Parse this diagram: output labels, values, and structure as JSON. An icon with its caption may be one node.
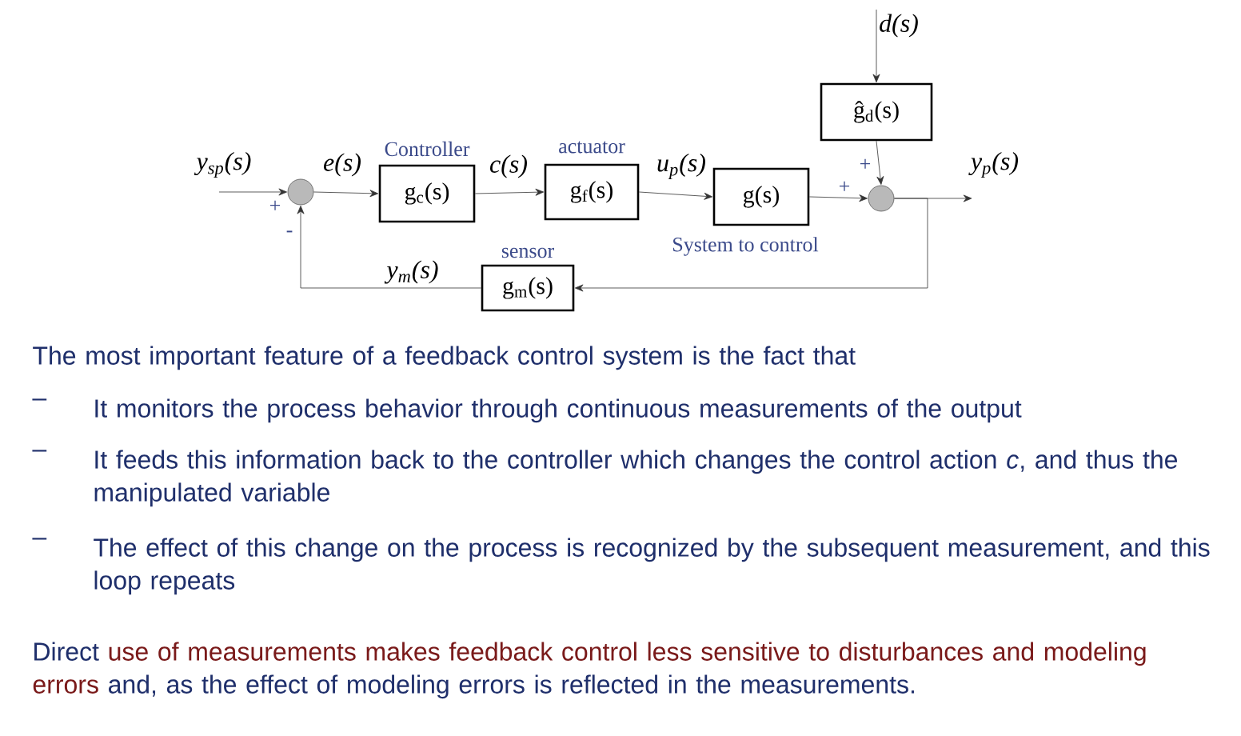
{
  "diagram": {
    "nodes": [
      {
        "text": [],
        "shape": "circle"
      },
      {
        "text": [
          "g$_{c}$(s)"
        ],
        "beside": [
          "Controller"
        ]
      },
      {
        "text": [
          "g$_{f}$(s)"
        ],
        "beside": [
          "actuator"
        ]
      },
      {
        "text": [
          "g(s)"
        ],
        "beside": [
          "System to control"
        ]
      },
      {
        "text": [
          "ĝ$_{d}$(s)"
        ]
      },
      {
        "text": [],
        "shape": "circle"
      },
      {
        "text": [
          "g$_{m}$(s)"
        ],
        "beside": [
          "sensor"
        ]
      }
    ],
    "edges": [
      {
        "from": null,
        "to": 0,
        "arrow": "to",
        "label": "y$_{sp}$(s)"
      },
      {
        "from": 0,
        "to": 1,
        "arrow": "to",
        "label": "e(s)"
      },
      {
        "from": 1,
        "to": 2,
        "arrow": "to",
        "label": "c(s)"
      },
      {
        "from": 2,
        "to": 3,
        "arrow": "to",
        "label": "u$_{p}$(s)"
      },
      {
        "from": 3,
        "to": 5,
        "arrow": "to"
      },
      {
        "from": null,
        "to": 4,
        "arrow": "to",
        "label": "d(s)"
      },
      {
        "from": 4,
        "to": 5,
        "arrow": "to"
      },
      {
        "from": 5,
        "to": null,
        "arrow": "to",
        "label": "y$_{p}$(s)"
      },
      {
        "from": 5,
        "to": 6,
        "arrow": "to"
      },
      {
        "from": 6,
        "to": 0,
        "arrow": "to",
        "label": "y$_{m}$(s)"
      }
    ],
    "labels": [
      "+",
      "-",
      "+",
      "+",
      "The most important feature of a feedback control system is the fact that",
      "–",
      "It monitors the process behavior through continuous measurements of the output",
      "–",
      "It feeds this information back to the controller which changes the control action *c*, and thus the manipulated variable",
      "–",
      "The effect of this change on the process is recognized by the subsequent measurement, and this loop repeats",
      "Direct",
      "use of measurements makes feedback control less sensitive to disturbances and modeling errors",
      "and, as the effect of modeling errors is reflected in the measurements."
    ]
  }
}
